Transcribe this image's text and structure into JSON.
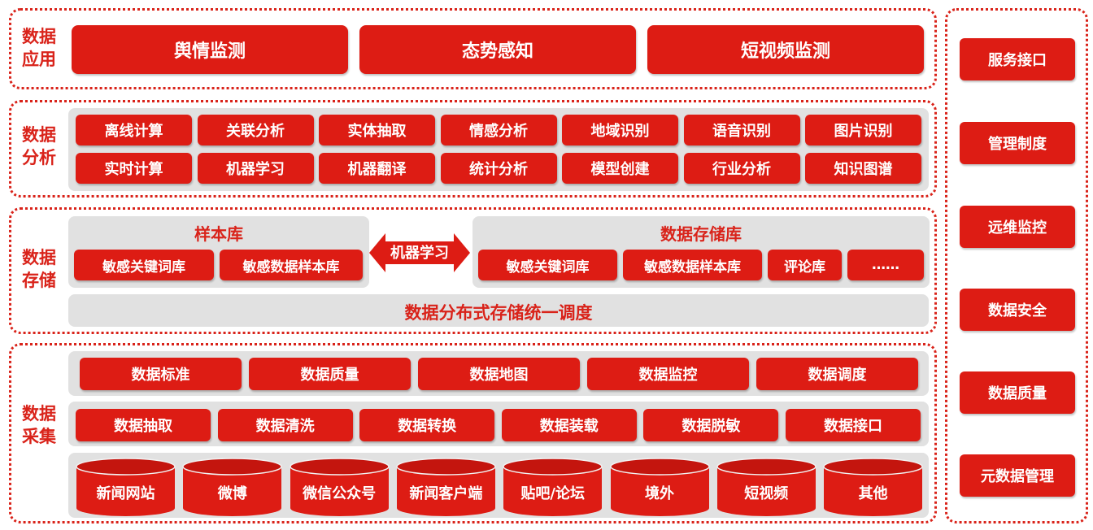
{
  "layers": {
    "application": {
      "label": "数据\n应用",
      "items": [
        "舆情监测",
        "态势感知",
        "短视频监测"
      ]
    },
    "analysis": {
      "label": "数据\n分析",
      "row1": [
        "离线计算",
        "关联分析",
        "实体抽取",
        "情感分析",
        "地域识别",
        "语音识别",
        "图片识别"
      ],
      "row2": [
        "实时计算",
        "机器学习",
        "机器翻译",
        "统计分析",
        "模型创建",
        "行业分析",
        "知识图谱"
      ]
    },
    "storage": {
      "label": "数据\n存储",
      "sample_lib": {
        "title": "样本库",
        "items": [
          "敏感关键词库",
          "敏感数据样本库"
        ]
      },
      "arrow_label": "机器学习",
      "data_lib": {
        "title": "数据存储库",
        "items": [
          "敏感关键词库",
          "敏感数据样本库",
          "评论库",
          "……"
        ]
      },
      "bottom": "数据分布式存储统一调度"
    },
    "collection": {
      "label": "数据\n采集",
      "row1": [
        "数据标准",
        "数据质量",
        "数据地图",
        "数据监控",
        "数据调度"
      ],
      "row2": [
        "数据抽取",
        "数据清洗",
        "数据转换",
        "数据装载",
        "数据脱敏",
        "数据接口"
      ],
      "sources": [
        "新闻网站",
        "微博",
        "微信公众号",
        "新闻客户端",
        "贴吧/论坛",
        "境外",
        "短视频",
        "其他"
      ]
    }
  },
  "side": {
    "items": [
      "服务接口",
      "管理制度",
      "远维监控",
      "数据安全",
      "数据质量",
      "元数据管理"
    ]
  },
  "colors": {
    "accent": "#dd1c14",
    "panel": "#e1e1e1",
    "border": "#d9231a"
  }
}
